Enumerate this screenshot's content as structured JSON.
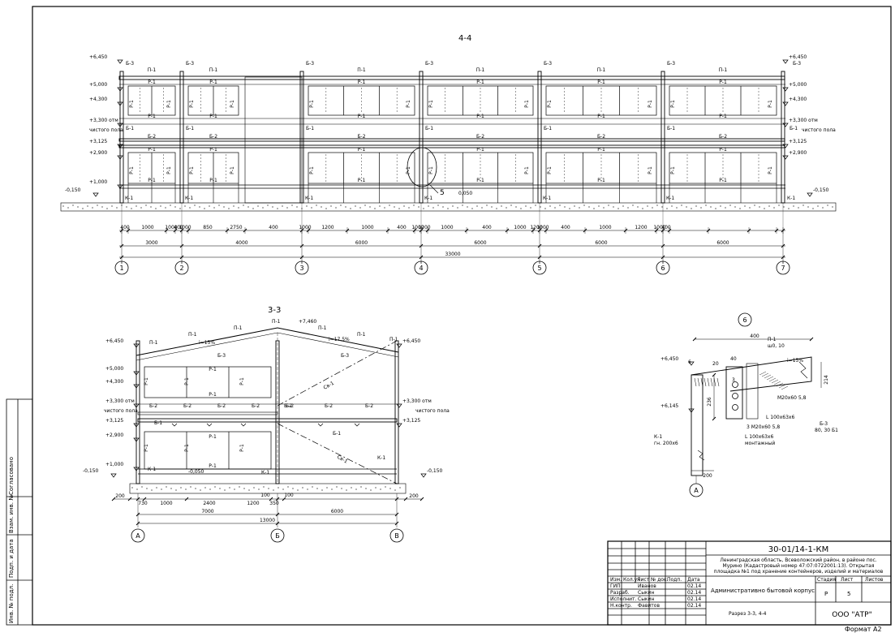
{
  "sections": {
    "s44": {
      "title": "4-4",
      "levels_left": [
        "+6,450",
        "+5,000",
        "+4,300",
        "+3,300 отм",
        "чистого пола",
        "+3,125",
        "+2,900",
        "+1,000",
        "-0,150"
      ],
      "levels_right": [
        "+6,450",
        "+5,000",
        "+4,300",
        "+3,300 отм",
        "чистого пола",
        "+3,125",
        "+2,900",
        "-0,150"
      ],
      "label_b3": "Б-3",
      "label_b2": "Б-2",
      "label_b1": "Б-1",
      "label_p1": "П-1",
      "label_r1": "Р-1",
      "label_k1": "К-1",
      "node_mark": "5",
      "level_0050": "0,050",
      "dims_small": [
        "400",
        "1000",
        "1000",
        "400",
        "1000",
        "850",
        "2750",
        "400",
        "1000",
        "1200",
        "1000",
        "400",
        "1000",
        "1200",
        "1000",
        "400",
        "1000",
        "1200",
        "1000",
        "400",
        "1000",
        "1200",
        "1000",
        "400"
      ],
      "dims_bays": [
        "3000",
        "4000",
        "6000",
        "6000",
        "6000",
        "6000"
      ],
      "dim_total": "33000",
      "axes": [
        "1",
        "2",
        "3",
        "4",
        "5",
        "6",
        "7"
      ]
    },
    "s33": {
      "title": "3-3",
      "levels_left": [
        "+6,450",
        "+5,000",
        "+4,300",
        "+3,300 отм",
        "чистого пола",
        "+3,125",
        "+2,900",
        "+1,000",
        "-0,150"
      ],
      "levels_right": [
        "+6,450",
        "+3,300 отм",
        "чистого пола",
        "+3,125",
        "-0,150"
      ],
      "ridge_level": "+7,460",
      "slope_left": "i=15%",
      "slope_right": "i=17,5%",
      "brace_label": "Св-1",
      "level_m0050": "-0,050",
      "dims_small": [
        "200",
        "730",
        "1000",
        "2400",
        "1200",
        "350",
        "200",
        "100",
        "100"
      ],
      "dims_bays": [
        "7000",
        "6000"
      ],
      "dim_total": "13000",
      "axes": [
        "А",
        "Б",
        "В"
      ]
    },
    "node6": {
      "mark": "6",
      "dim_400": "400",
      "dim_20": "20",
      "dim_40": "40",
      "dim_236": "236",
      "dim_200": "200",
      "dim_3": "3",
      "level_top": "+6,450",
      "level_bottom": "+6,145",
      "plate": "П-1",
      "plate_sub": "ш0, 10",
      "slope": "i=15%",
      "bolts": "М20х60 5,8",
      "bolts2": "3 М20х60 5,8",
      "angle1": "L 100х63х6",
      "angle2": "L 100х63х6",
      "angle2_sub": "монтажный",
      "beam": "Б-3",
      "beam_sub": "80, 30 Б1",
      "col": "К-1",
      "col_sub": "гн. 200х6",
      "axis": "А",
      "dim_214": "214",
      "k6": "6"
    }
  },
  "side_stamp": {
    "agreed": "Согласовано",
    "inv_subst": "Взам. инв. №",
    "sign_date": "Подп. и дата",
    "inv_orig": "Инв. № подл."
  },
  "title_block": {
    "code": "30-01/14-1-КМ",
    "address": "Ленинградская область, Всеволожский район, в районе пос. Мурино (Кадастровый номер 47:07:0722001:13). Открытая площадка №1 под хранение контейнеров, изделий и материалов",
    "building": "Административно бытовой корпус",
    "sheet_title": "Разрез 3-3, 4-4",
    "company": "ООО \"АТР\"",
    "head": [
      "Изм.",
      "Кол.уч",
      "Лист",
      "№ док.",
      "Подп.",
      "Дата"
    ],
    "rows": [
      {
        "role": "ГИП",
        "name": "Иванов",
        "date": "02.14"
      },
      {
        "role": "Разраб.",
        "name": "Сыкин",
        "date": "02.14"
      },
      {
        "role": "Исполнит.",
        "name": "Сыкин",
        "date": "02.14"
      },
      {
        "role": "Н.контр.",
        "name": "Фавитов",
        "date": "02.14"
      }
    ],
    "stage_h": "Стадия",
    "sheet_h": "Лист",
    "sheets_h": "Листов",
    "stage": "Р",
    "sheet": "5",
    "sheets": ""
  },
  "format": "Формат А2"
}
